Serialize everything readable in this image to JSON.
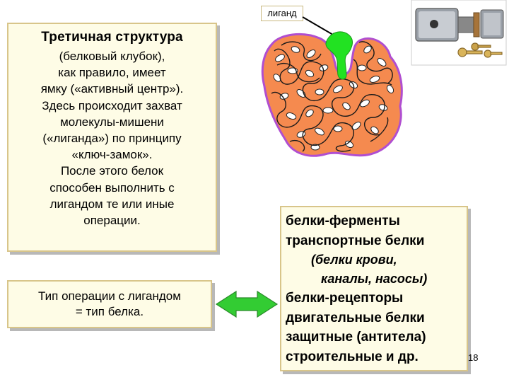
{
  "slide": {
    "title": "Третичная структура",
    "description_lines": [
      "(белковый клубок),",
      "как правило, имеет",
      "ямку («активный центр»).",
      "Здесь происходит захват",
      "молекулы-мишени",
      "(«лиганда») по принципу",
      "«ключ-замок».",
      "После этого белок",
      "способен выполнить с",
      "лигандом те или иные",
      "операции."
    ],
    "operation_lines": [
      "Тип операции с лигандом",
      "= тип белка."
    ],
    "ligand_label": "лиганд",
    "protein_types": [
      "белки-ферменты",
      "транспортные белки",
      "(белки крови,",
      "каналы, насосы)",
      "белки-рецепторы",
      "двигательные белки",
      "защитные (антитела)",
      "строительные и др."
    ],
    "page_number": "18"
  },
  "colors": {
    "box_background": "#fefce6",
    "box_border": "#d8c58a",
    "protein_fill": "#f58a4f",
    "protein_outline": "#b04ed0",
    "ligand_fill": "#22e222",
    "arrow_fill": "#33cc33"
  },
  "icons": [
    "lock-icon",
    "keys-icon",
    "double-arrow-icon"
  ]
}
